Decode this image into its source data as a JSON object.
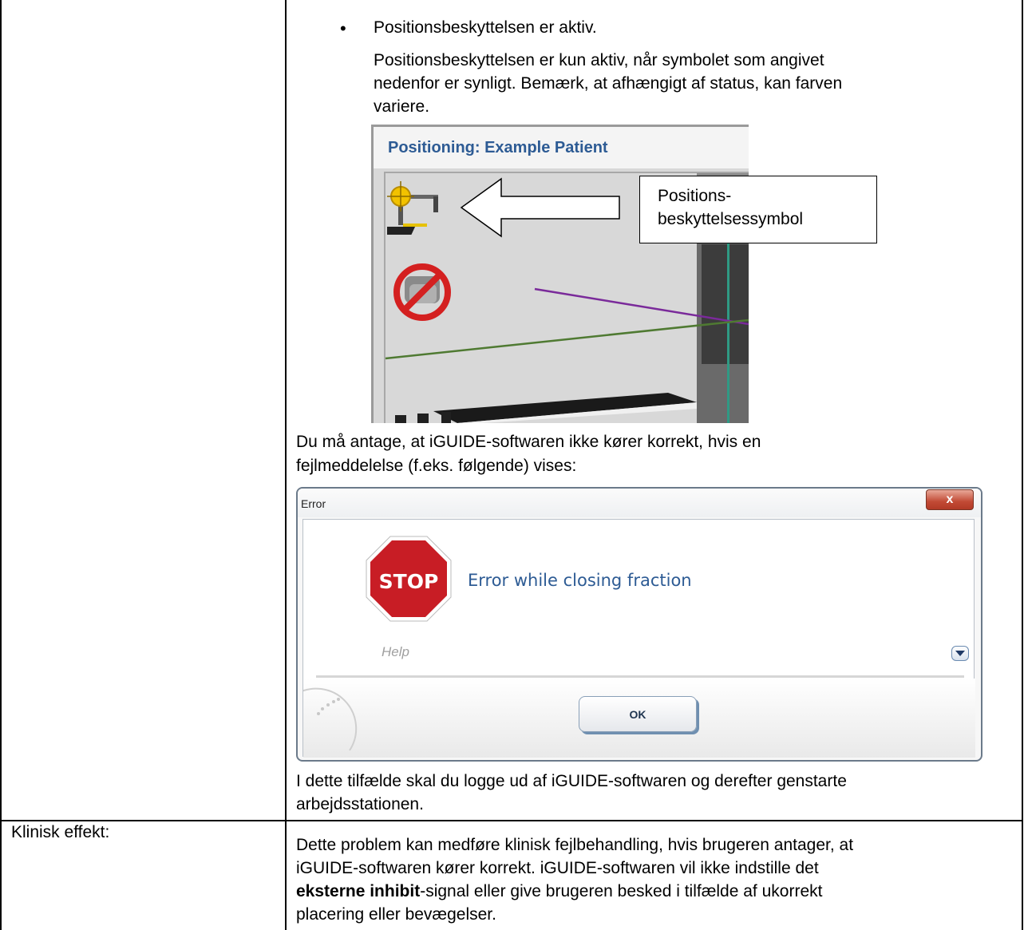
{
  "bullet": {
    "text": "Positionsbeskyttelsen er aktiv."
  },
  "paragraph1": {
    "lines": [
      "Positionsbeskyttelsen er kun aktiv, når symbolet som angivet",
      "nedenfor er synligt. Bemærk, at afhængigt af status, kan farven",
      "variere."
    ]
  },
  "positioning_screenshot": {
    "title": "Positioning: Example Patient",
    "callout_lines": [
      "Positions-",
      "beskyttelsessymbol"
    ]
  },
  "paragraph2": {
    "lines": [
      "Du må antage, at iGUIDE-softwaren ikke kører korrekt, hvis en",
      "fejlmeddelelse (f.eks. følgende) vises:"
    ]
  },
  "error_dialog": {
    "title": "Error",
    "close_label": "x",
    "stop_sign_text": "STOP",
    "message": "Error while closing fraction",
    "help_label": "Help",
    "ok_label": "OK"
  },
  "paragraph3": {
    "lines": [
      "I dette tilfælde skal du logge ud af iGUIDE-softwaren og derefter genstarte",
      "arbejdsstationen."
    ]
  },
  "clinical": {
    "label": "Klinisk effekt:",
    "line1": "Dette problem kan medføre klinisk fejlbehandling, hvis brugeren antager, at",
    "line2": "iGUIDE-softwaren kører korrekt. iGUIDE-softwaren vil ikke indstille det",
    "line3_bold": "eksterne inhibit",
    "line3_rest": "-signal eller give brugeren besked i tilfælde af ukorrekt",
    "line4": "placering eller bevægelser."
  }
}
